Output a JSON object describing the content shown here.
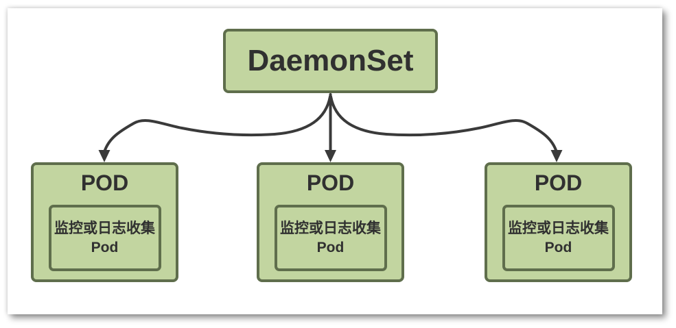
{
  "diagram": {
    "title_box": {
      "label": "DaemonSet"
    },
    "pods": [
      {
        "title": "POD",
        "container": {
          "line1": "监控或日志收集",
          "line2": "Pod"
        }
      },
      {
        "title": "POD",
        "container": {
          "line1": "监控或日志收集",
          "line2": "Pod"
        }
      },
      {
        "title": "POD",
        "container": {
          "line1": "监控或日志收集",
          "line2": "Pod"
        }
      }
    ],
    "colors": {
      "box_fill": "#c2d5a0",
      "box_border": "#5f6e4c",
      "text": "#303030",
      "arrow": "#3a3a3a",
      "card_bg": "#ffffff"
    }
  }
}
